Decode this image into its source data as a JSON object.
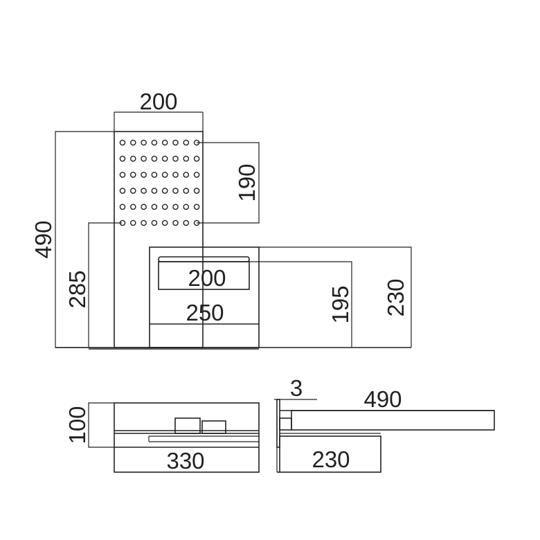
{
  "front_view": {
    "panel_width": "200",
    "total_height": "490",
    "nozzle_field_height": "190",
    "nozzle_low_row_height": "285",
    "inner_rect_width": "200",
    "niche_width": "250",
    "spout_height": "195",
    "niche_height": "230"
  },
  "top_view": {
    "depth": "100",
    "width": "330"
  },
  "side_view": {
    "plate_thickness": "3",
    "length": "490",
    "depth": "230"
  },
  "style": {
    "line_color": "#231f20",
    "background": "#ffffff"
  }
}
